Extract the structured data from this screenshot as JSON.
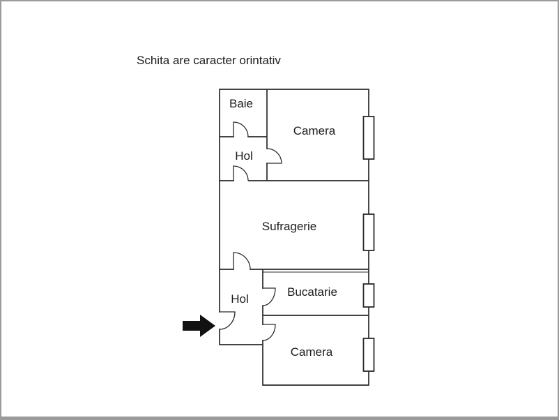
{
  "title": "Schita are caracter orintativ",
  "floor_plan": {
    "rooms": [
      {
        "id": "baie",
        "label": "Baie"
      },
      {
        "id": "camera-top",
        "label": "Camera"
      },
      {
        "id": "hol-top",
        "label": "Hol"
      },
      {
        "id": "sufragerie",
        "label": "Sufragerie"
      },
      {
        "id": "hol-bottom",
        "label": "Hol"
      },
      {
        "id": "bucatarie",
        "label": "Bucatarie"
      },
      {
        "id": "camera-bottom",
        "label": "Camera"
      }
    ],
    "features": {
      "entrance_marker": "right-arrow",
      "windows": 4,
      "doors": 7
    },
    "colors": {
      "wall": "#2a2a2a",
      "arrow": "#111111",
      "frame": "#9b9b9b",
      "background": "#ffffff"
    }
  }
}
